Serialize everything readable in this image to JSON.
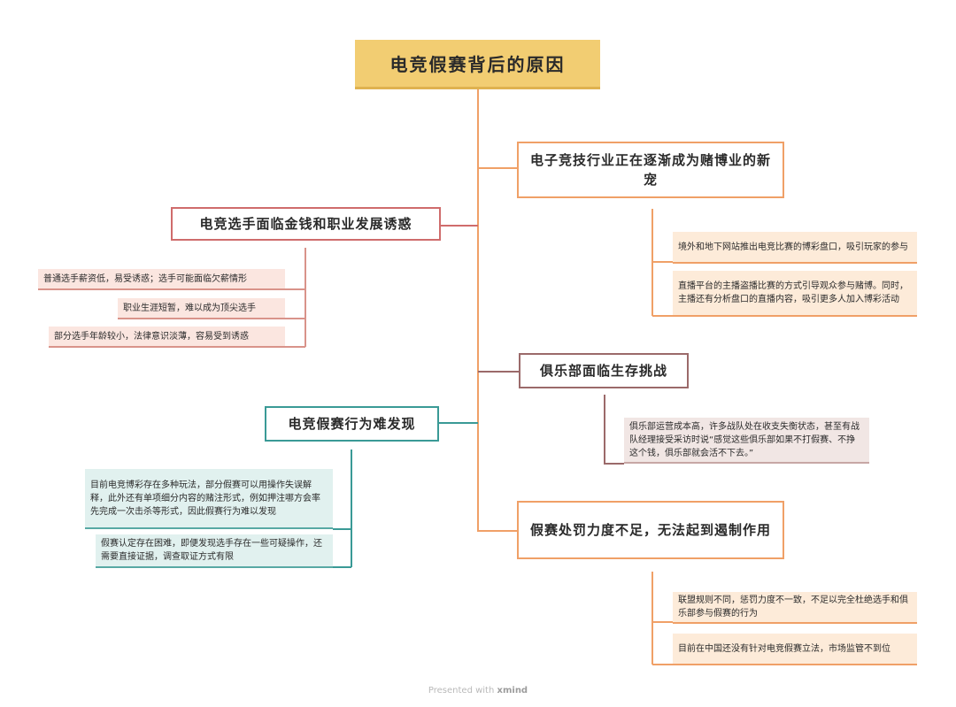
{
  "root": {
    "title": "电竞假赛背后的原因"
  },
  "branches": [
    {
      "label": "电子竞技行业正在逐渐成为赌博业的新宠",
      "leaves": [
        "境外和地下网站推出电竞比赛的博彩盘口，吸引玩家的参与",
        "直播平台的主播盗播比赛的方式引导观众参与赌博。同时，主播还有分析盘口的直播内容，吸引更多人加入博彩活动"
      ]
    },
    {
      "label": "电竞选手面临金钱和职业发展诱惑",
      "leaves": [
        "普通选手薪资低，易受诱惑；选手可能面临欠薪情形",
        "职业生涯短暂，难以成为顶尖选手",
        "部分选手年龄较小，法律意识淡薄，容易受到诱惑"
      ]
    },
    {
      "label": "俱乐部面临生存挑战",
      "leaves": [
        "俱乐部运营成本高，许多战队处在收支失衡状态，甚至有战队经理接受采访时说“感觉这些俱乐部如果不打假赛、不挣这个钱，俱乐部就会活不下去。”"
      ]
    },
    {
      "label": "电竞假赛行为难发现",
      "leaves": [
        "目前电竞博彩存在多种玩法，部分假赛可以用操作失误解释，此外还有单项细分内容的赌注形式，例如押注哪方会率先完成一次击杀等形式，因此假赛行为难以发现",
        "假赛认定存在困难，即便发现选手存在一些可疑操作，还需要直接证据，调查取证方式有限"
      ]
    },
    {
      "label": "假赛处罚力度不足，无法起到遏制作用",
      "leaves": [
        "联盟规则不同，惩罚力度不一致，不足以完全杜绝选手和俱乐部参与假赛的行为",
        "目前在中国还没有针对电竞假赛立法，市场监管不到位"
      ]
    }
  ],
  "footer": {
    "prefix": "Presented with",
    "brand": "xmind"
  },
  "colors": {
    "root": "#f2cd72",
    "orange": "#f0a067",
    "red": "#cf6c6c",
    "brown": "#9b6a6a",
    "teal": "#3a9a96"
  }
}
